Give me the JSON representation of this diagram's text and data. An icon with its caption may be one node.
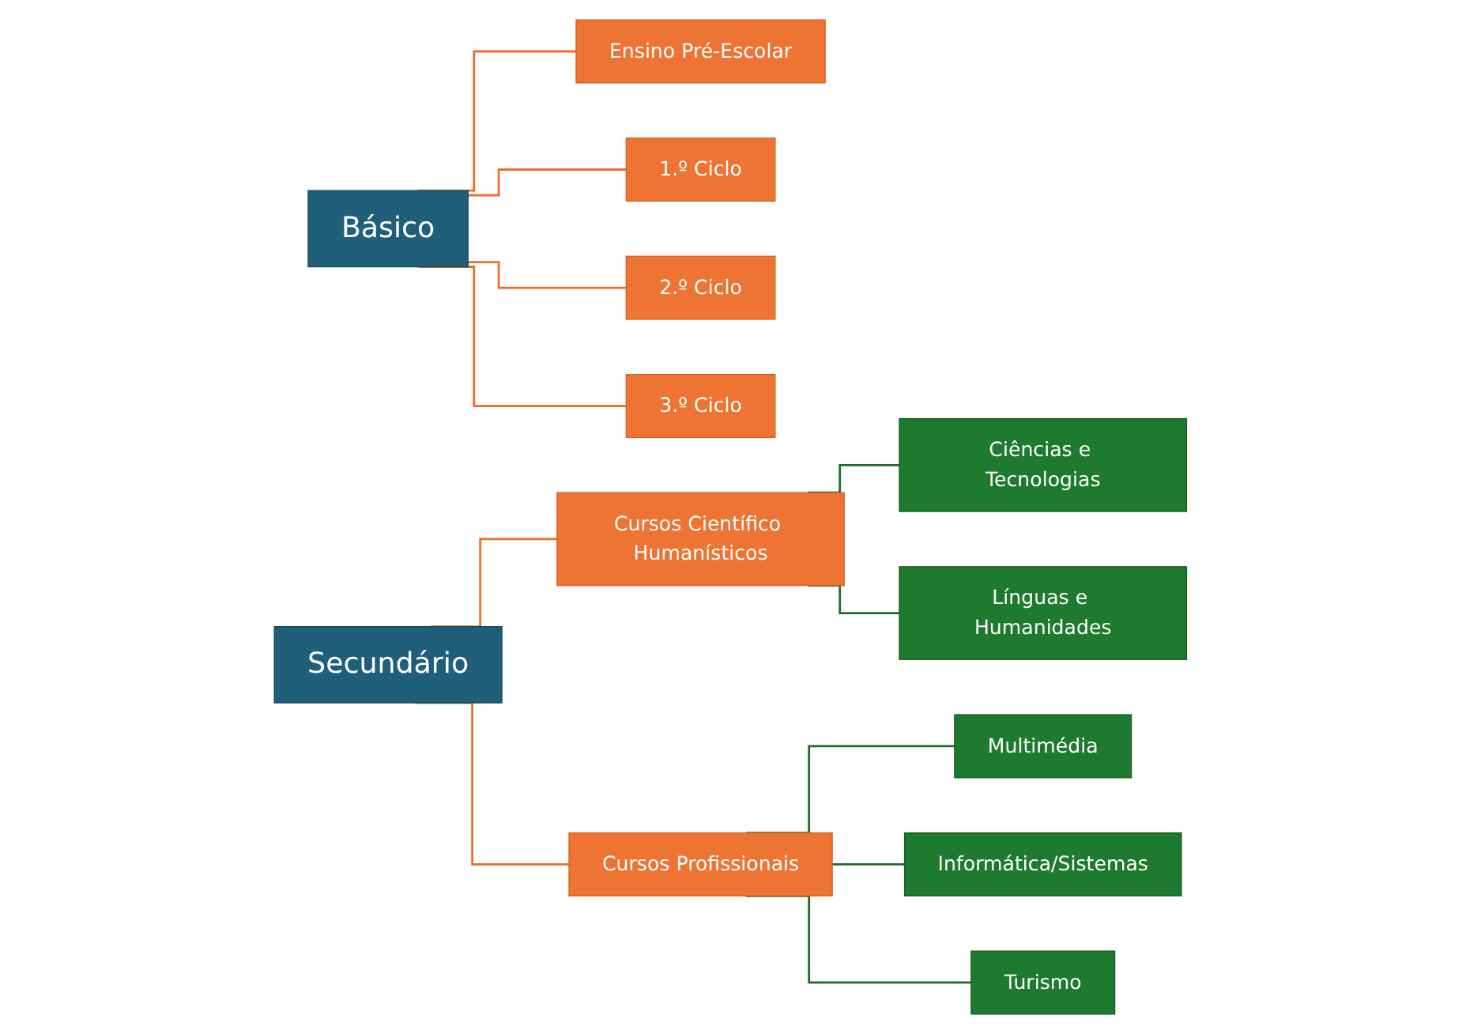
{
  "diagram": {
    "nodes": [
      {
        "text": [
          "Básico"
        ]
      },
      {
        "text": [
          "Ensino Pré-Escolar"
        ]
      },
      {
        "text": [
          "1.º Ciclo"
        ]
      },
      {
        "text": [
          "2.º Ciclo"
        ]
      },
      {
        "text": [
          "3.º Ciclo"
        ]
      },
      {
        "text": [
          "Secundário"
        ]
      },
      {
        "text": [
          "Cursos Científico Humanísticos"
        ]
      },
      {
        "text": [
          "Ciências e Tecnologias"
        ]
      },
      {
        "text": [
          "Línguas e Humanidades"
        ]
      },
      {
        "text": [
          "Cursos Profissionais"
        ]
      },
      {
        "text": [
          "Multimédia"
        ]
      },
      {
        "text": [
          "Informática/Sistemas"
        ]
      },
      {
        "text": [
          "Turismo"
        ]
      }
    ],
    "edges": [
      {
        "from": 0,
        "to": 1,
        "arrow": "none"
      },
      {
        "from": 0,
        "to": 2,
        "arrow": "none"
      },
      {
        "from": 0,
        "to": 3,
        "arrow": "none"
      },
      {
        "from": 0,
        "to": 4,
        "arrow": "none"
      },
      {
        "from": 5,
        "to": 6,
        "arrow": "none"
      },
      {
        "from": 5,
        "to": 9,
        "arrow": "none"
      },
      {
        "from": 6,
        "to": 7,
        "arrow": "none",
        "color": "#1e6b2a"
      },
      {
        "from": 6,
        "to": 8,
        "arrow": "none",
        "color": "#1e6b2a"
      },
      {
        "from": 9,
        "to": 10,
        "arrow": "none",
        "color": "#1e6b2a"
      },
      {
        "from": 9,
        "to": 11,
        "arrow": "none",
        "color": "#1e6b2a"
      },
      {
        "from": 9,
        "to": 12,
        "arrow": "none",
        "color": "#1e6b2a"
      }
    ]
  }
}
